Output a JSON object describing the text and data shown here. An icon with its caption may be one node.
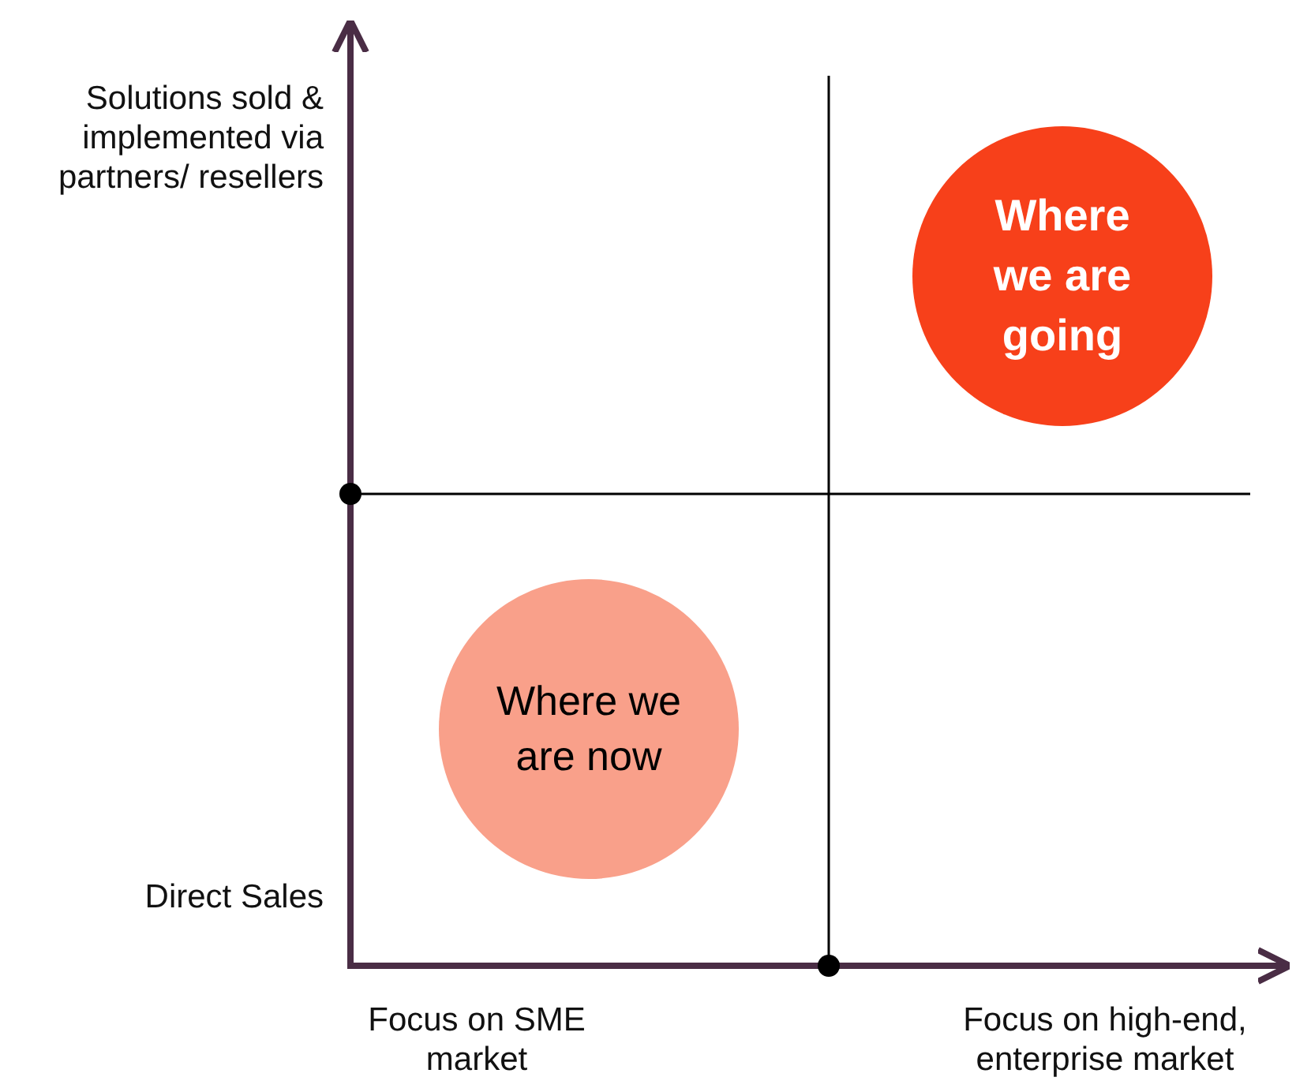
{
  "diagram": {
    "nodes": [
      {
        "text": [
          "Where we are going"
        ]
      },
      {
        "text": [
          "Where we are now"
        ]
      }
    ],
    "labels": [
      "Solutions sold & implemented via partners/ resellers",
      "Direct Sales",
      "Focus on SME market",
      "Focus on high-end, enterprise market"
    ]
  }
}
